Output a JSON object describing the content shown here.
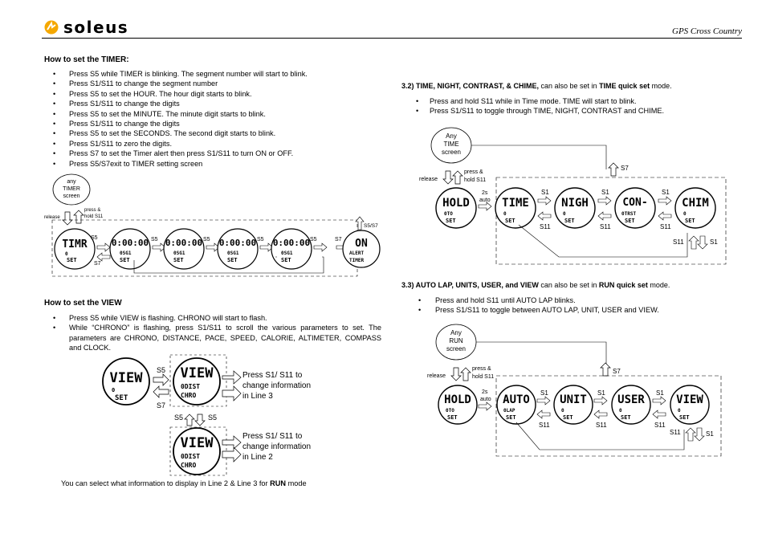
{
  "header": {
    "brand": "soleus",
    "doc_title": "GPS Cross Country"
  },
  "timer": {
    "heading": "How to set the TIMER:",
    "steps": [
      "Press S5 while TIMER is blinking. The segment number will start to blink.",
      "Press S1/S11 to change the segment number",
      "Press S5 to set the HOUR. The hour digit starts to blink.",
      "Press S1/S11 to change the digits",
      "Press S5 to set the MINUTE. The minute digit starts to blink.",
      "Press S1/S11 to change the digits",
      "Press S5 to set the SECONDS. The second digit starts to blink.",
      "Press S1/S11 to zero the digits.",
      "Press S7 to set the Timer alert then press S1/S11 to turn ON or OFF.",
      "Press S5/S7exit to TIMER setting screen"
    ],
    "diagram": {
      "start": [
        "any",
        "TIMER",
        "screen"
      ],
      "release": "release",
      "press_hold": [
        "press &",
        "hold S11"
      ],
      "exit": "S5/S7",
      "s5": "S5",
      "s7": "S7",
      "screens": [
        {
          "top": "TIMR",
          "l2": "0",
          "l3": "SET"
        },
        {
          "top": "0:00:00",
          "l2": "0SG1",
          "l3": "SET"
        },
        {
          "top": "0:00:00",
          "l2": "0SG1",
          "l3": "SET"
        },
        {
          "top": "0:00:00",
          "l2": "0SG1",
          "l3": "SET"
        },
        {
          "top": "0:00:00",
          "l2": "0SG1",
          "l3": "SET"
        },
        {
          "top": "ON",
          "l2": "ALERT",
          "l3": "TIMER"
        }
      ]
    }
  },
  "view": {
    "heading": "How to set the VIEW",
    "steps": [
      "Press S5 while VIEW is flashing. CHRONO will start to flash.",
      "While “CHRONO” is flashing, press S1/S11 to scroll the various parameters to set. The parameters are CHRONO, DISTANCE, PACE, SPEED, CALORIE, ALTIMETER, COMPASS and CLOCK."
    ],
    "diagram": {
      "s5": "S5",
      "s7": "S7",
      "line3_text": [
        "Press S1/ S11 to",
        "change information",
        "in Line 3"
      ],
      "line2_text": [
        "Press S1/ S11 to",
        "change information",
        "in Line 2"
      ],
      "screens": [
        {
          "top": "VIEW",
          "l2": "0",
          "l3": "SET"
        },
        {
          "top": "VIEW",
          "l2": "0DIST",
          "l3": "CHRO"
        },
        {
          "top": "VIEW",
          "l2": "0DIST",
          "l3": "CHRO"
        }
      ]
    },
    "note_prefix": "You can select what information to display in Line 2 & Line 3 for ",
    "note_bold": "RUN",
    "note_suffix": " mode"
  },
  "time_quick": {
    "heading_bold": "3.2) TIME, NIGHT, CONTRAST, & CHIME,",
    "heading_mid": " can also be set in ",
    "heading_bold2": "TIME quick set",
    "heading_end": " mode.",
    "steps": [
      "Press and hold S11 while in Time mode. TIME will start to blink.",
      "Press S1/S11 to toggle through TIME, NIGHT, CONTRAST and CHIME."
    ],
    "diagram": {
      "start": [
        "Any",
        "TIME",
        "screen"
      ],
      "release": "release",
      "press_hold": [
        "press &",
        "hold S11"
      ],
      "auto": [
        "2s",
        "auto"
      ],
      "s1": "S1",
      "s11": "S11",
      "s7": "S7",
      "screens": [
        {
          "top": "HOLD",
          "l2": "0TO",
          "l3": "SET"
        },
        {
          "top": "TIME",
          "l2": "0",
          "l3": "SET"
        },
        {
          "top": "NIGH",
          "l2": "0",
          "l3": "SET"
        },
        {
          "top": "CON-",
          "l2": "0TRST",
          "l3": "SET"
        },
        {
          "top": "CHIM",
          "l2": "0",
          "l3": "SET"
        }
      ]
    }
  },
  "run_quick": {
    "heading_bold": "3.3) AUTO LAP, UNITS, USER, and VIEW",
    "heading_mid": " can also be set in ",
    "heading_bold2": "RUN quick set",
    "heading_end": " mode.",
    "steps": [
      "Press and hold S11 until AUTO LAP blinks.",
      "Press S1/S11 to toggle between AUTO LAP, UNIT, USER and VIEW."
    ],
    "diagram": {
      "start": [
        "Any",
        "RUN",
        "screen"
      ],
      "release": "release",
      "press_hold": [
        "press &",
        "hold S11"
      ],
      "auto": [
        "2s",
        "auto"
      ],
      "s1": "S1",
      "s11": "S11",
      "s7": "S7",
      "screens": [
        {
          "top": "HOLD",
          "l2": "0TO",
          "l3": "SET"
        },
        {
          "top": "AUTO",
          "l2": "0LAP",
          "l3": "SET"
        },
        {
          "top": "UNIT",
          "l2": "0",
          "l3": "SET"
        },
        {
          "top": "USER",
          "l2": "0",
          "l3": "SET"
        },
        {
          "top": "VIEW",
          "l2": "0",
          "l3": "SET"
        }
      ]
    }
  }
}
